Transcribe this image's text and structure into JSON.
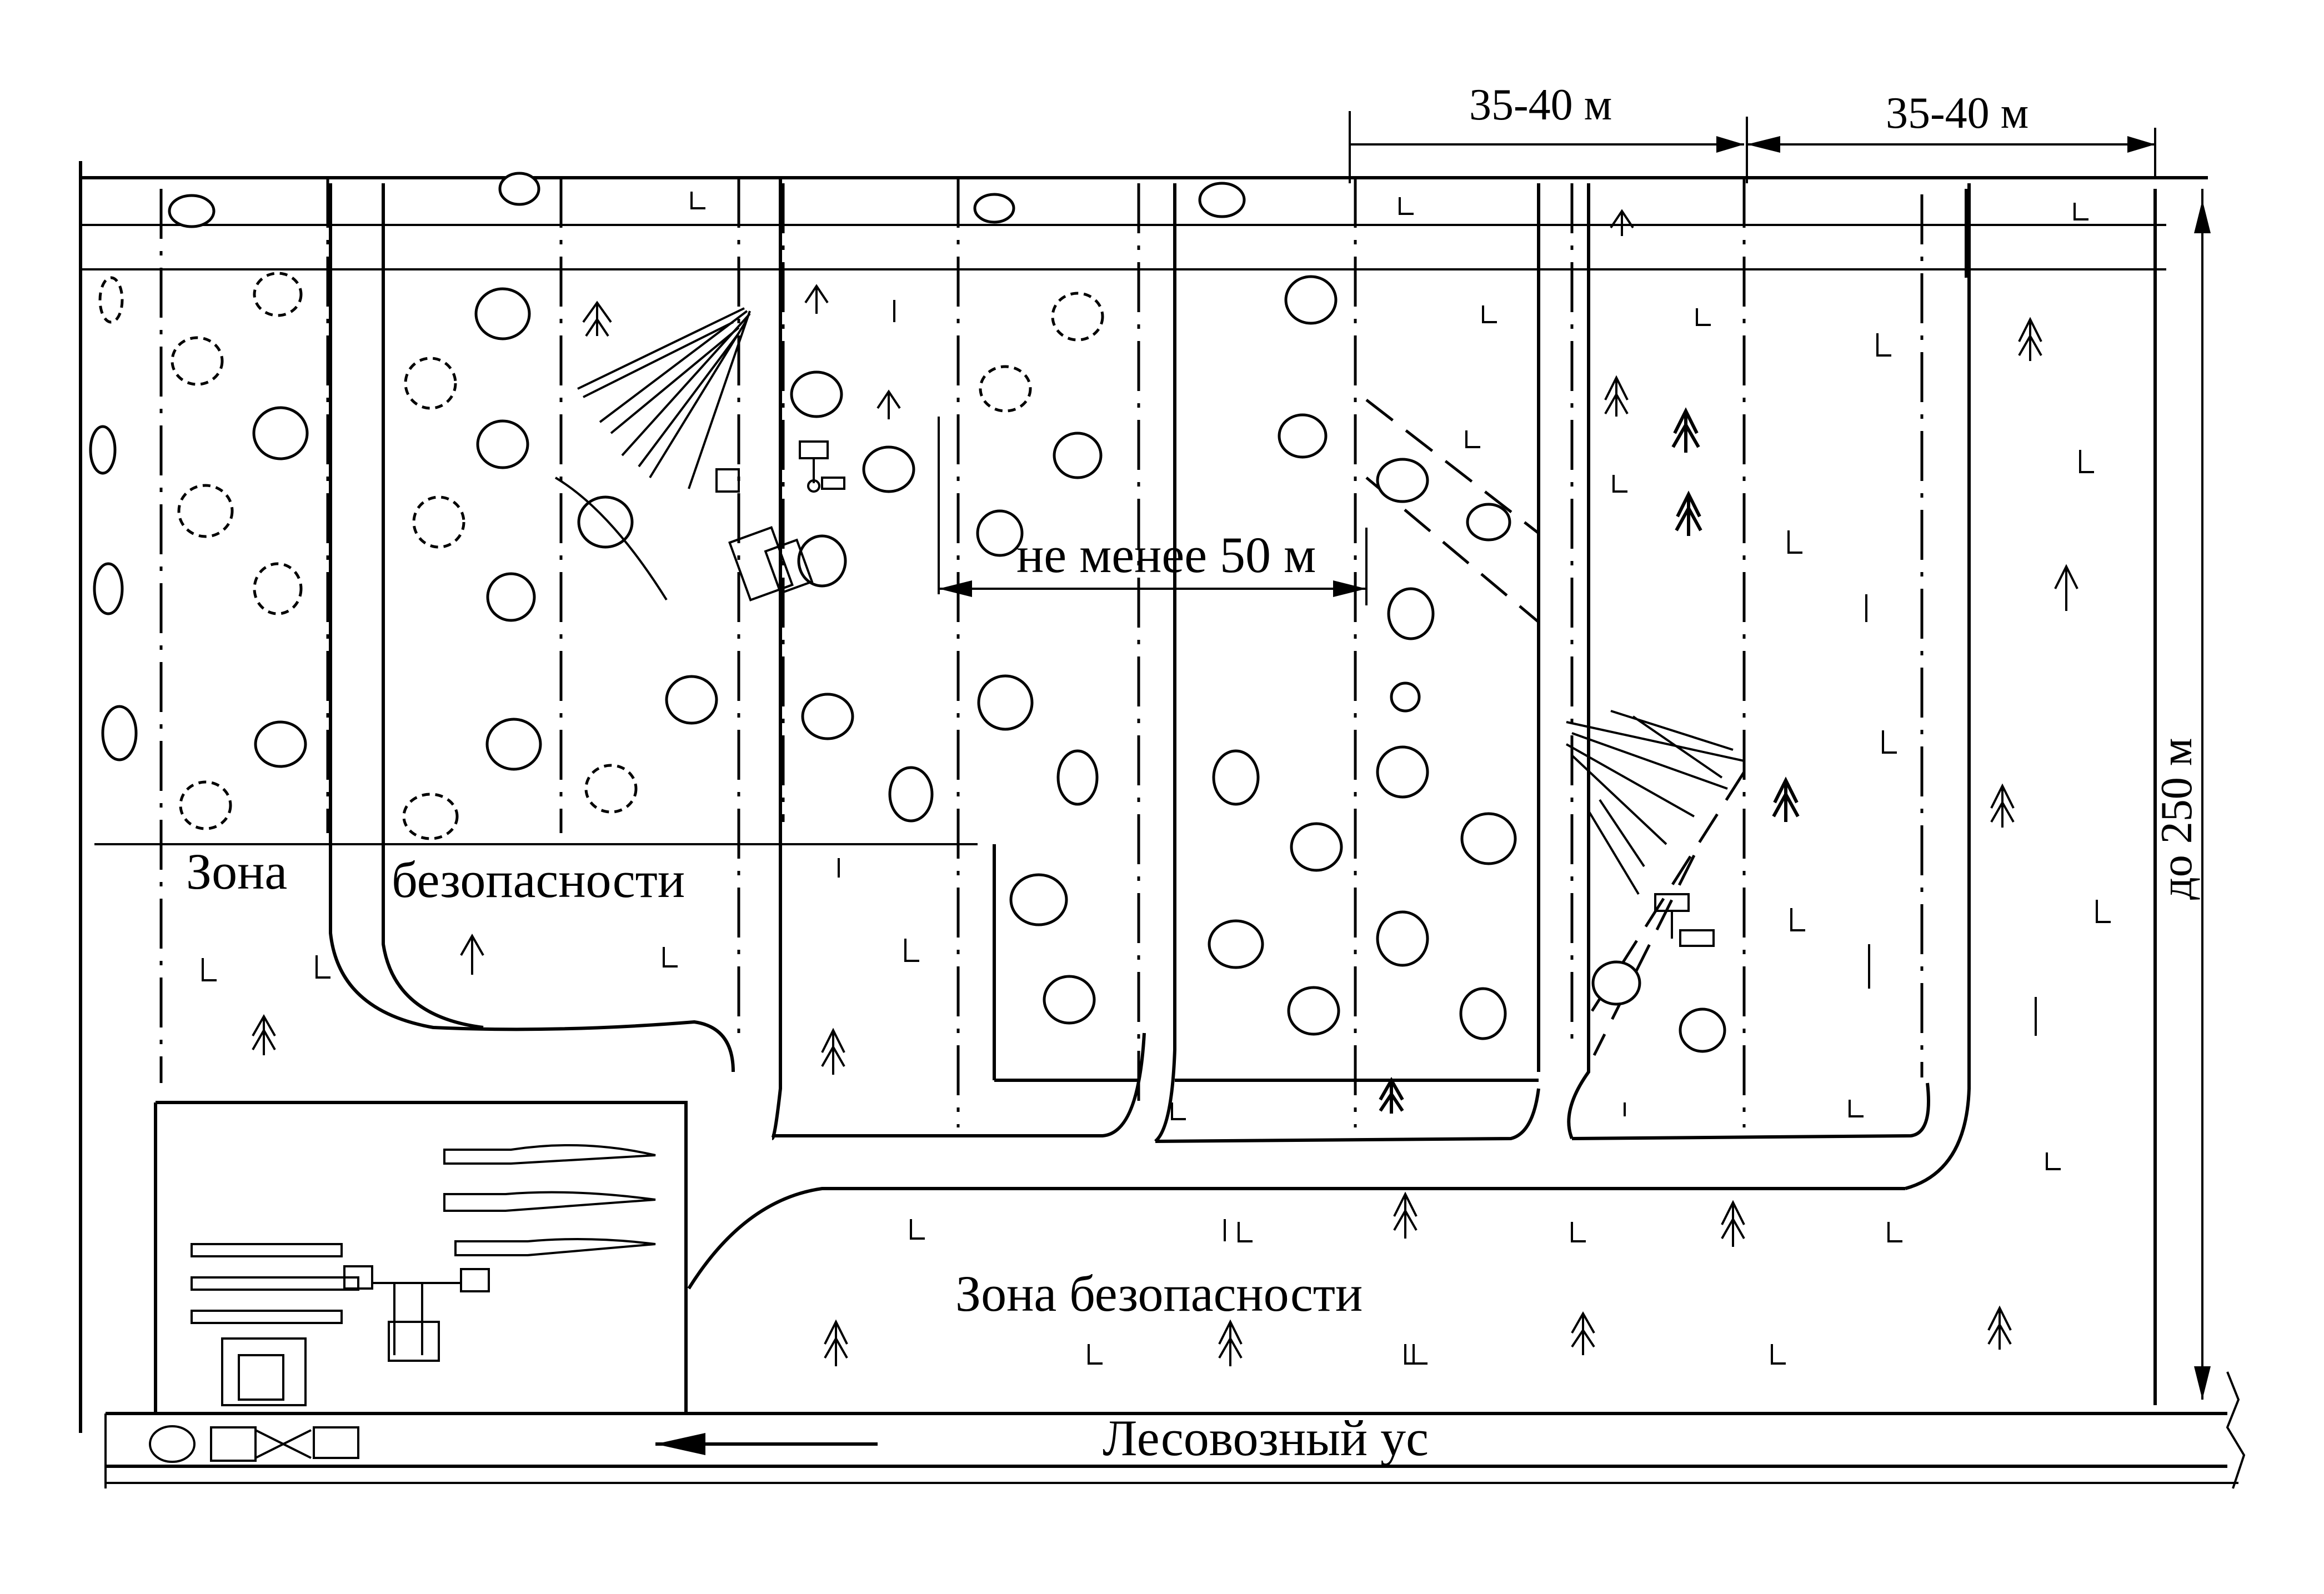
{
  "labels": {
    "dim_top_1": "35-40 м",
    "dim_top_2": "35-40 м",
    "dim_middle": "не менее 50  м",
    "dim_side": "до 250 м",
    "safety_zone_upper_1": "Зона",
    "safety_zone_upper_2": "безопасности",
    "safety_zone_lower": "Зона  безопасности",
    "road": "Лесовозный  ус"
  },
  "colors": {
    "ink": "#000000",
    "paper": "#ffffff"
  }
}
